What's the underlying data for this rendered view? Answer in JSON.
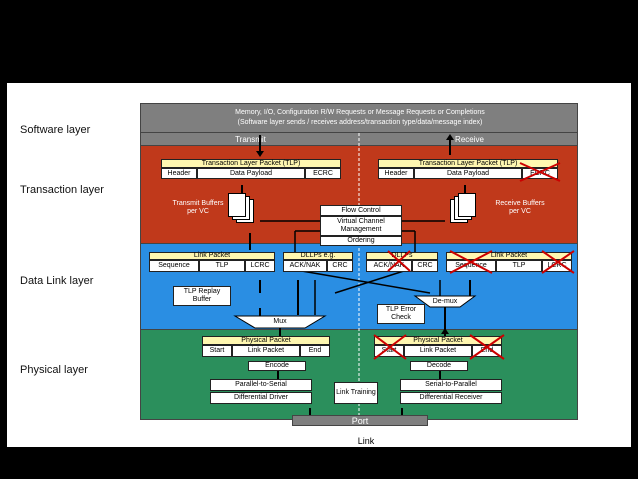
{
  "layers": {
    "software": "Software layer",
    "transaction": "Transaction layer",
    "datalink": "Data Link layer",
    "physical": "Physical layer"
  },
  "software": {
    "line1": "Memory, I/O, Configuration R/W Requests or Message Requests or Completions",
    "line2": "(Software layer sends / receives address/transaction type/data/message index)"
  },
  "columns": {
    "transmit": "Transmit",
    "receive": "Receive"
  },
  "transaction": {
    "tlp_title": "Transaction Layer Packet (TLP)",
    "header": "Header",
    "payload": "Data Payload",
    "ecrc": "ECRC",
    "tx_buffers": "Transmit Buffers per VC",
    "rx_buffers": "Receive Buffers per VC",
    "flow_control": "Flow Control",
    "vc_mgmt": "Virtual Channel Management",
    "ordering": "Ordering"
  },
  "datalink": {
    "link_packet": "Link Packet",
    "sequence": "Sequence",
    "tlp": "TLP",
    "lcrc": "LCRC",
    "dllps": "DLLPs e.g.",
    "dllps_rx": "DLLPs",
    "ack_nak": "ACK/NAK",
    "crc": "CRC",
    "replay_buffer": "TLP Replay Buffer",
    "mux": "Mux",
    "demux": "De-mux",
    "error_check": "TLP Error Check"
  },
  "physical": {
    "physical_packet": "Physical Packet",
    "start": "Start",
    "link_packet": "Link Packet",
    "end": "End",
    "encode": "Encode",
    "decode": "Decode",
    "p2s": "Parallel-to-Serial",
    "diff_driver": "Differential Driver",
    "s2p": "Serial-to-Parallel",
    "diff_receiver": "Differential Receiver",
    "link_training": "Link Training",
    "port": "Port",
    "link": "Link"
  },
  "colors": {
    "software": "#7f7f7f",
    "transaction": "#c0391b",
    "datalink": "#2a8ee3",
    "physical": "#2b8f5c",
    "cross": "#cc0000"
  }
}
